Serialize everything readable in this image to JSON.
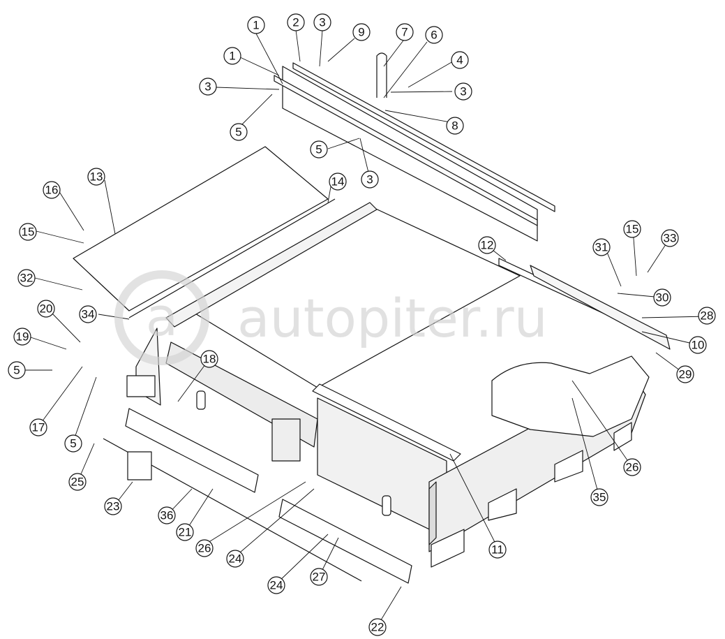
{
  "watermark": {
    "text": "autopiter.ru",
    "logo_letter": "a"
  },
  "callouts": [
    "1",
    "2",
    "3",
    "9",
    "7",
    "6",
    "4",
    "1",
    "3",
    "3",
    "5",
    "8",
    "5",
    "3",
    "13",
    "14",
    "16",
    "15",
    "32",
    "34",
    "20",
    "19",
    "5",
    "18",
    "17",
    "5",
    "12",
    "31",
    "15",
    "33",
    "30",
    "28",
    "10",
    "29",
    "25",
    "23",
    "36",
    "21",
    "26",
    "24",
    "24",
    "27",
    "22",
    "11",
    "35",
    "26"
  ],
  "colors": {
    "ink": "#111111",
    "panel": "#ffffff",
    "shade": "#e9e9e9",
    "watermark": "#d2d2d2"
  }
}
